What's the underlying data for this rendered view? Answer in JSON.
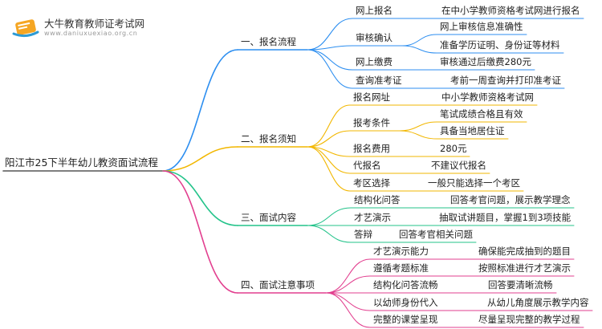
{
  "brand": {
    "name": "大牛教育教师证考试网",
    "url": "www.daniuxuexiao.org.cn",
    "logo_icon": "book-stack-logo-icon",
    "colors": {
      "orange": "#f5a623",
      "blue": "#2d9bd5"
    }
  },
  "root": {
    "label": "阳江市25下半年幼儿教资面试流程"
  },
  "branches": [
    {
      "id": "process",
      "color": "#2c8ef0",
      "label": "一、报名流程",
      "items": [
        {
          "label": "网上报名",
          "children": [
            "在中小学教师资格考试网进行报名"
          ]
        },
        {
          "label": "审核确认",
          "children": [
            "网上审核信息准确性",
            "准备学历证明、身份证等材料"
          ]
        },
        {
          "label": "网上缴费",
          "children": [
            "审核通过后缴费280元"
          ]
        },
        {
          "label": "查询准考证",
          "children": [
            "考前一周查询并打印准考证"
          ]
        }
      ]
    },
    {
      "id": "notice",
      "color": "#f2b700",
      "label": "二、报名须知",
      "items": [
        {
          "label": "报名网址",
          "children": [
            "中小学教师资格考试网"
          ]
        },
        {
          "label": "报考条件",
          "children": [
            "笔试成绩合格且有效",
            "具备当地居住证"
          ]
        },
        {
          "label": "报名费用",
          "children": [
            "280元"
          ]
        },
        {
          "label": "代报名",
          "children": [
            "不建议代报名"
          ]
        },
        {
          "label": "考区选择",
          "children": [
            "一般只能选择一个考区"
          ]
        }
      ]
    },
    {
      "id": "content",
      "color": "#23c38a",
      "label": "三、面试内容",
      "items": [
        {
          "label": "结构化问答",
          "children": [
            "回答考官问题，展示教学理念"
          ]
        },
        {
          "label": "才艺演示",
          "children": [
            "抽取试讲题目，掌握1到3项技能"
          ]
        },
        {
          "label": "答辩",
          "children": [
            "回答考官相关问题"
          ]
        }
      ]
    },
    {
      "id": "tips",
      "color": "#e23f8f",
      "label": "四、面试注意事项",
      "items": [
        {
          "label": "才艺演示能力",
          "children": [
            "确保能完成抽到的题目"
          ]
        },
        {
          "label": "遵循考题标准",
          "children": [
            "按照标准进行才艺演示"
          ]
        },
        {
          "label": "结构化问答流畅",
          "children": [
            "回答要清晰流畅"
          ]
        },
        {
          "label": "以幼师身份代入",
          "children": [
            "从幼儿角度展示教学内容"
          ]
        },
        {
          "label": "完整的课堂呈现",
          "children": [
            "尽量呈现完整的教学过程"
          ]
        }
      ]
    }
  ]
}
